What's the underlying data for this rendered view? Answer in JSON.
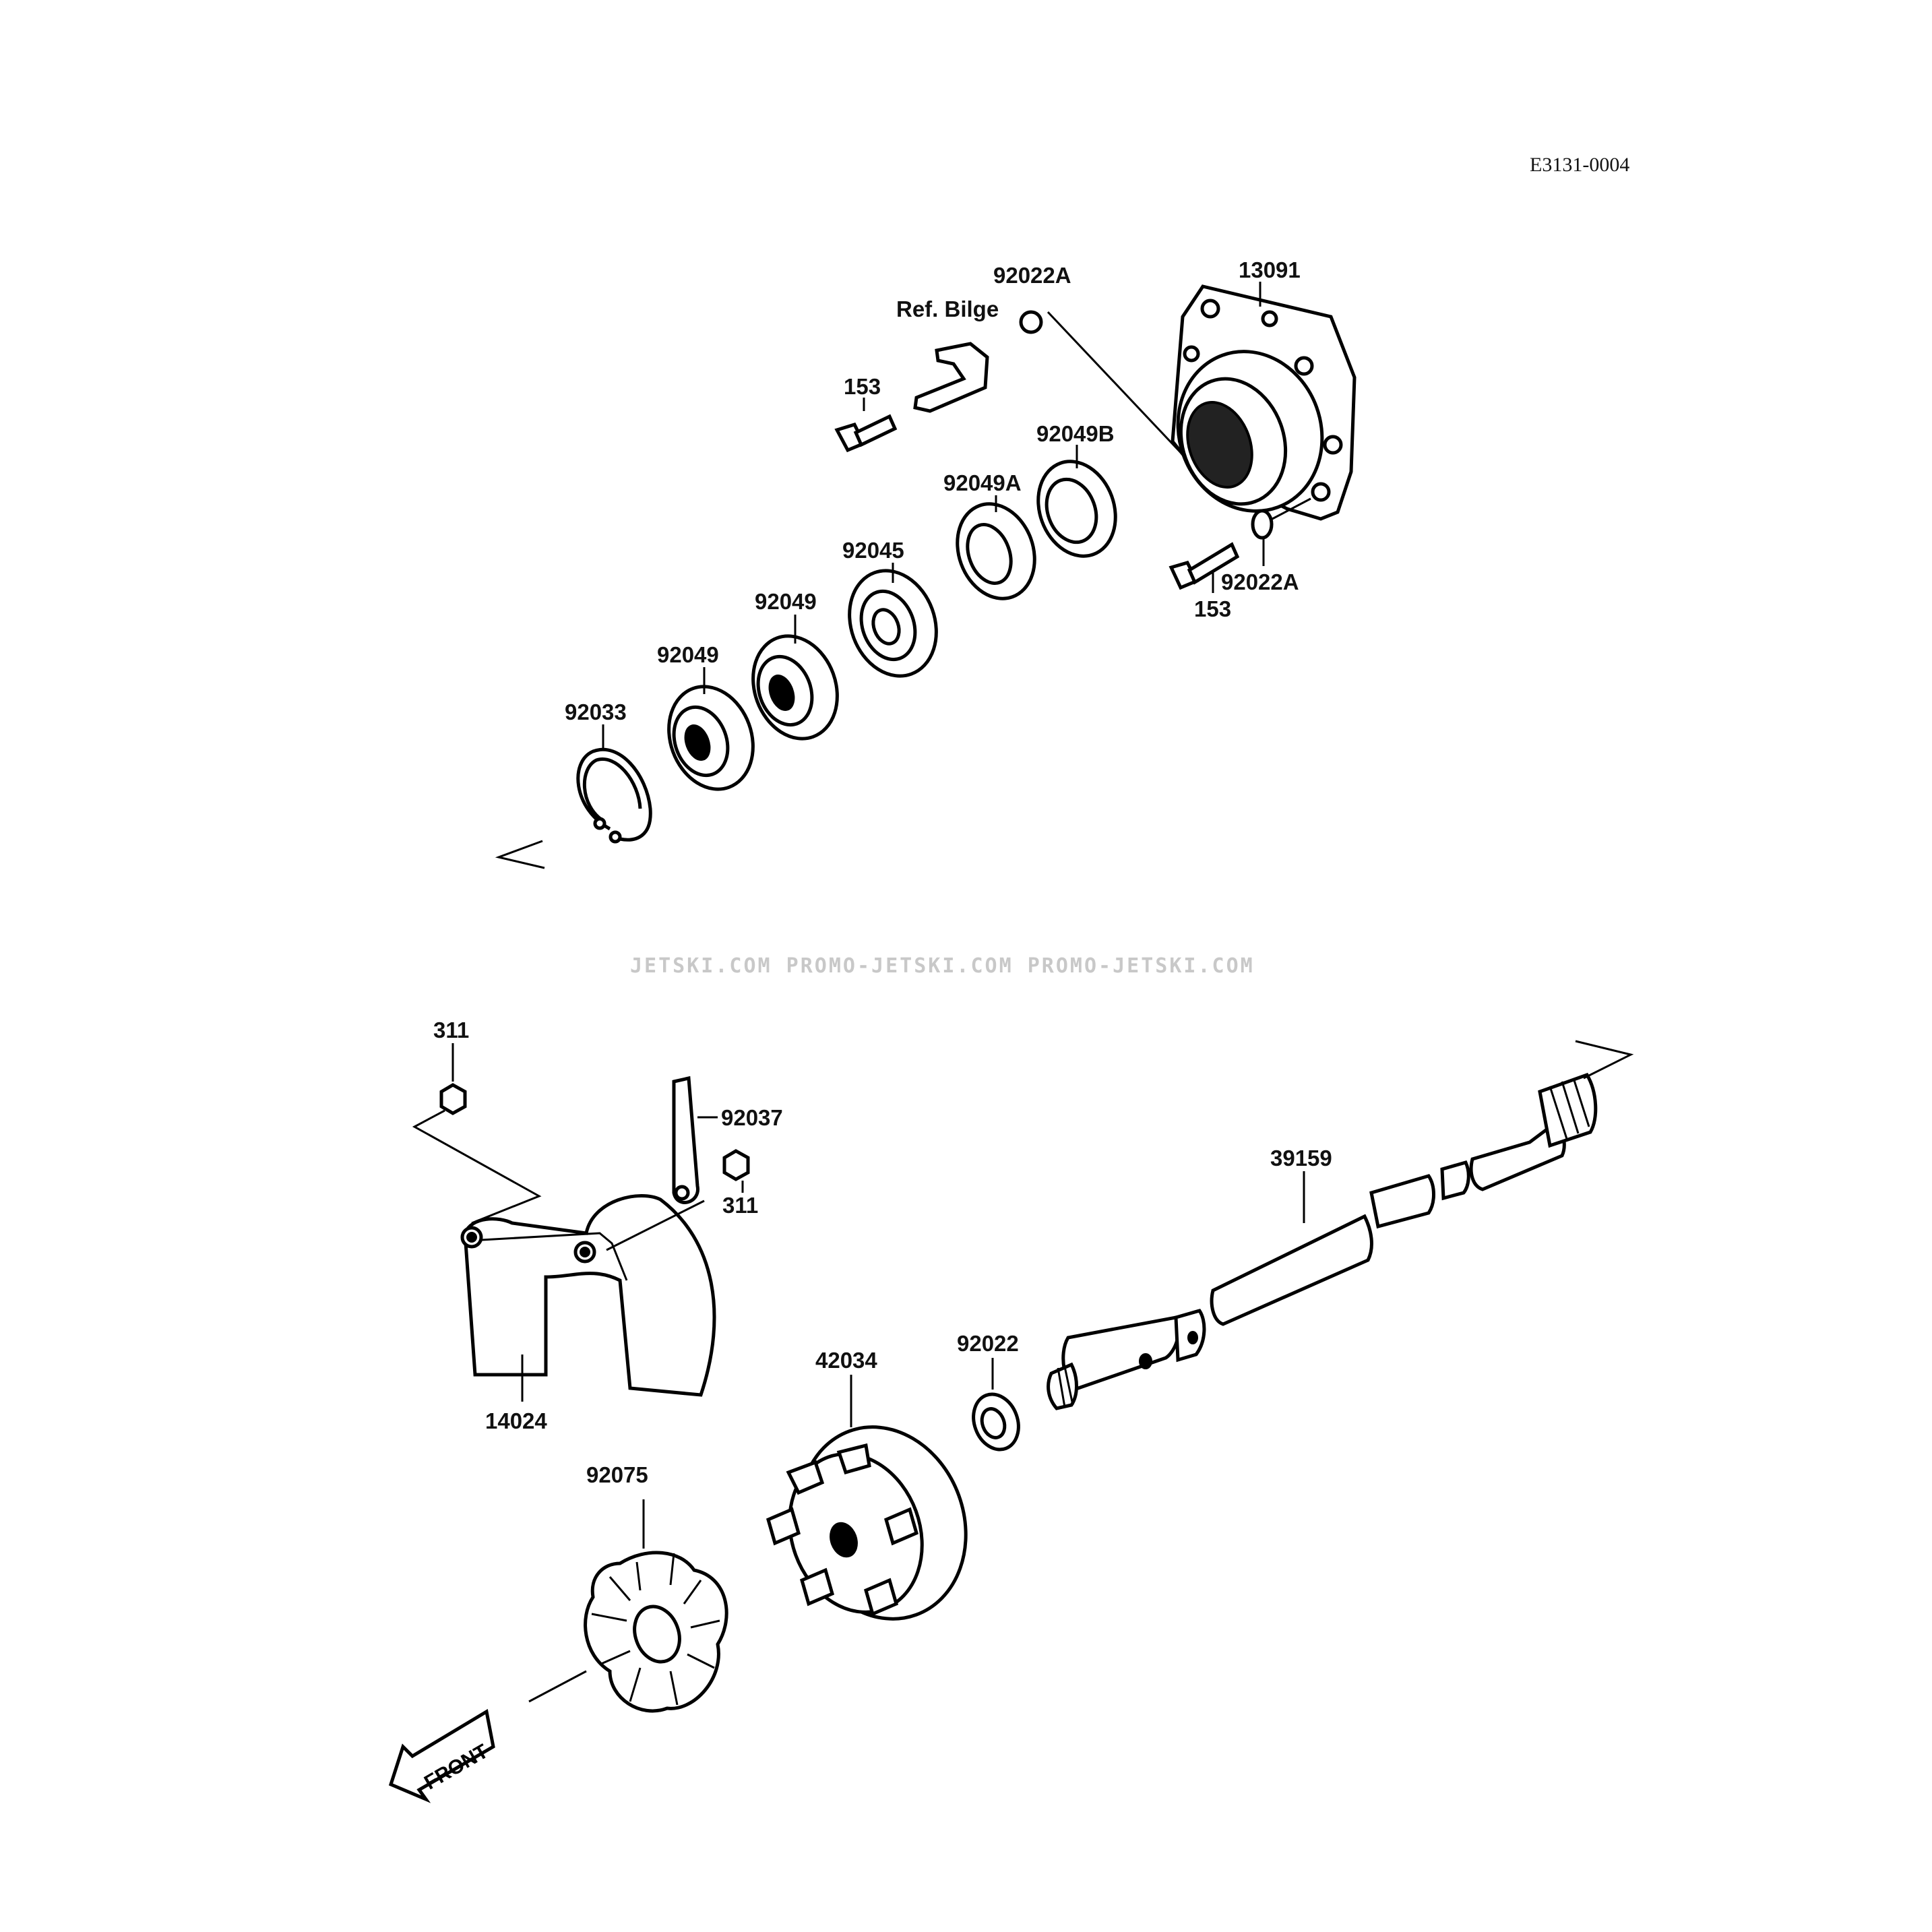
{
  "drawing_code": "E3131-0004",
  "watermark": "JETSKI.COM  PROMO-JETSKI.COM  PROMO-JETSKI.COM",
  "front_arrow_label": "FRONT",
  "callouts": {
    "p92022A_top": "92022A",
    "ref_bilge": "Ref. Bilge",
    "p13091": "13091",
    "p153_top": "153",
    "p92049B": "92049B",
    "p92049A": "92049A",
    "p92045": "92045",
    "p92049_a": "92049",
    "p92049_b": "92049",
    "p92033": "92033",
    "p153_bottom": "153",
    "p92022A_bottom": "92022A",
    "p311_left": "311",
    "p92037": "92037",
    "p311_right": "311",
    "p39159": "39159",
    "p14024": "14024",
    "p42034": "42034",
    "p92022": "92022",
    "p92075": "92075"
  }
}
